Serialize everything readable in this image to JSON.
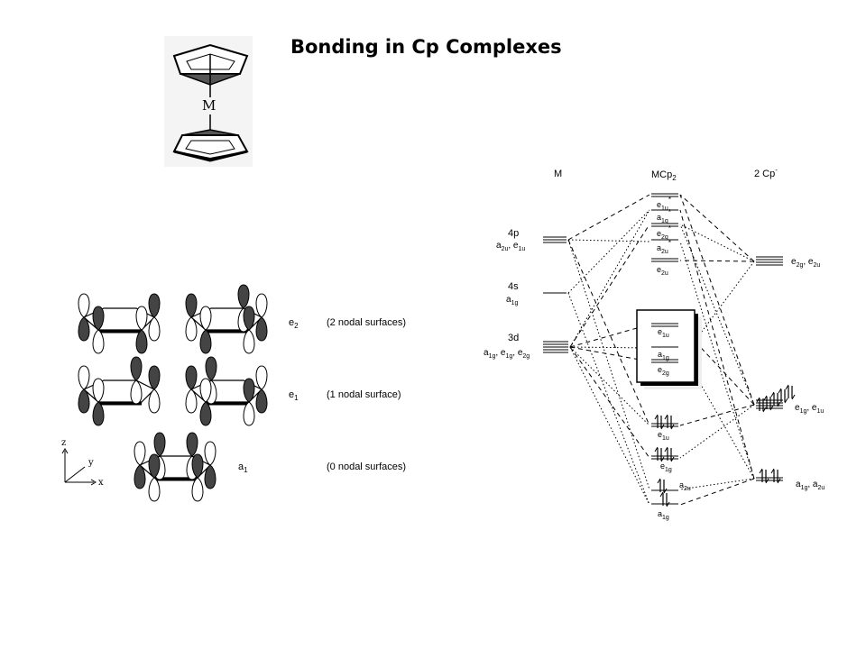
{
  "title": "Bonding in Cp Complexes",
  "metallocene": {
    "metal": "M"
  },
  "orbitals": {
    "e2": {
      "sym": "e",
      "sub": "2",
      "desc": "(2 nodal surfaces)"
    },
    "e1": {
      "sym": "e",
      "sub": "1",
      "desc": "(1 nodal surface)"
    },
    "a1": {
      "sym": "a",
      "sub": "1",
      "desc": "(0 nodal surfaces)"
    },
    "axes": {
      "z": "z",
      "y": "y",
      "x": "x"
    }
  },
  "mo_diagram": {
    "col_m": "M",
    "col_mcp2": "MCp",
    "col_mcp2_sub": "2",
    "col_2cp": "2 Cp",
    "col_2cp_sup": "-",
    "metal_levels": {
      "p4": {
        "name": "4p",
        "sym1": "a",
        "sym1sub": "2u",
        "sym2": "e",
        "sym2sub": "1u"
      },
      "s4": {
        "name": "4s",
        "sym1": "a",
        "sym1sub": "1g"
      },
      "d3": {
        "name": "3d",
        "sym1": "a",
        "sym1sub": "1g",
        "sym2": "e",
        "sym2sub": "1g",
        "sym3": "e",
        "sym3sub": "2g"
      }
    },
    "mo_levels": {
      "e1u_star": {
        "sym": "e",
        "sub": "1u",
        "sup": "*"
      },
      "a1g_star": {
        "sym": "a",
        "sub": "1g",
        "sup": "*"
      },
      "e2g_star": {
        "sym": "e",
        "sub": "2g",
        "sup": "*"
      },
      "a2u_star": {
        "sym": "a",
        "sub": "2u",
        "sup": "*"
      },
      "e2u": {
        "sym": "e",
        "sub": "2u"
      },
      "box_e1u": {
        "sym": "e",
        "sub": "1u"
      },
      "box_a1g": {
        "sym": "a",
        "sub": "1g"
      },
      "box_e2g": {
        "sym": "e",
        "sub": "2g"
      },
      "e1u_low": {
        "sym": "e",
        "sub": "1u"
      },
      "e1g_low": {
        "sym": "e",
        "sub": "1g"
      },
      "a2u_low": {
        "sym": "a",
        "sub": "2u"
      },
      "a1g_low": {
        "sym": "a",
        "sub": "1g"
      }
    },
    "ligand_levels": {
      "top": {
        "sym1": "e",
        "sym1sub": "2g",
        "sym2": "e",
        "sym2sub": "2u"
      },
      "mid": {
        "sym1": "e",
        "sym1sub": "1g",
        "sym2": "e",
        "sym2sub": "1u"
      },
      "low": {
        "sym1": "a",
        "sym1sub": "1g",
        "sym2": "a",
        "sym2sub": "2u"
      }
    },
    "separator": ", "
  }
}
